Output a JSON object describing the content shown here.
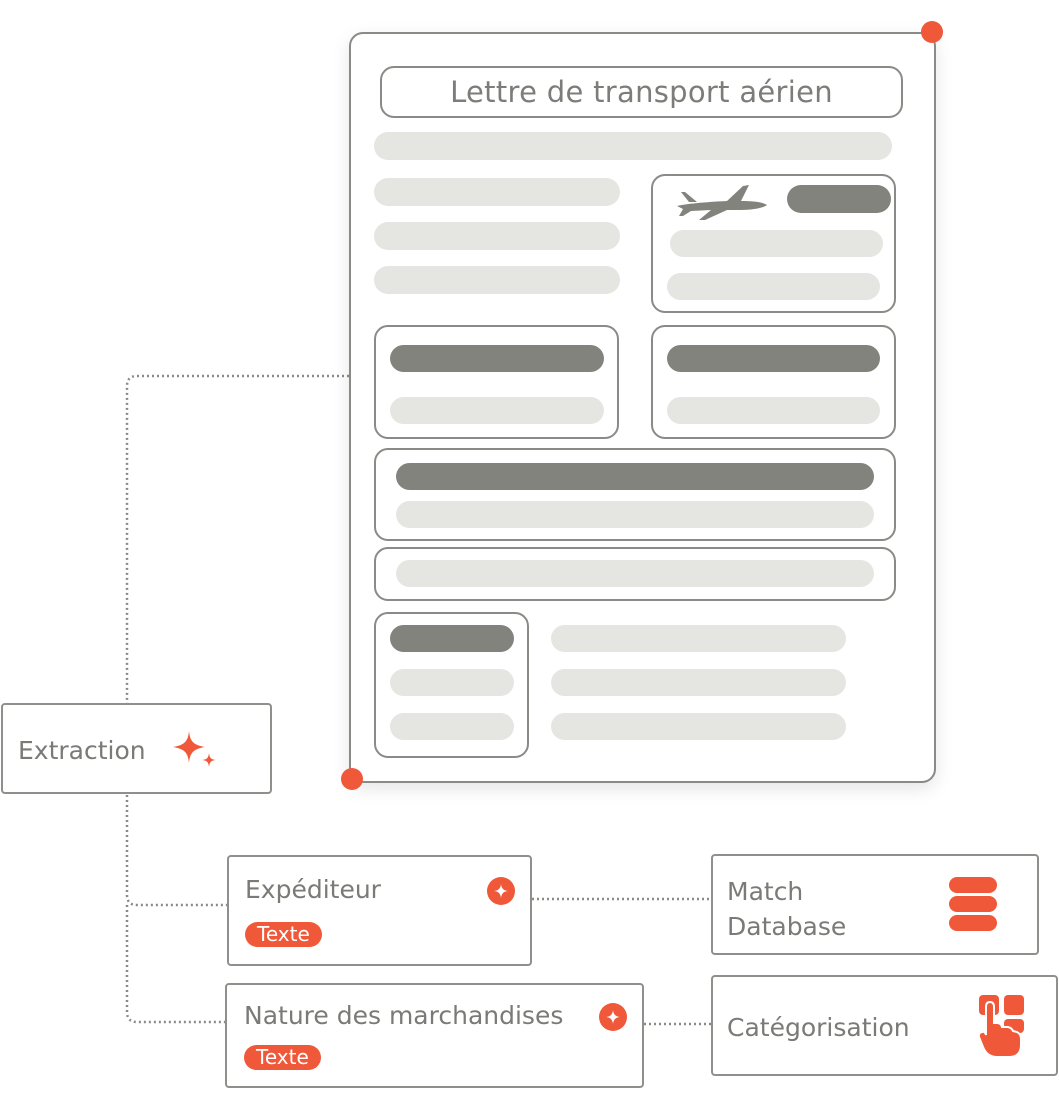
{
  "document": {
    "title": "Lettre de transport aérien"
  },
  "extraction": {
    "label": "Extraction",
    "icon": "sparkle-icon"
  },
  "fields": [
    {
      "label": "Expéditeur",
      "tag": "Texte",
      "icon": "sparkle-badge-icon"
    },
    {
      "label": "Nature des marchandises",
      "tag": "Texte",
      "icon": "sparkle-badge-icon"
    }
  ],
  "actions": [
    {
      "label_line1": "Match",
      "label_line2": "Database",
      "icon": "database-icon"
    },
    {
      "label": "Catégorisation",
      "icon": "hand-pointer-icon"
    }
  ],
  "colors": {
    "accent": "#f0583a",
    "border": "#8a8a86",
    "bar_light": "#e5e5e2",
    "bar_dark": "#83837e"
  }
}
